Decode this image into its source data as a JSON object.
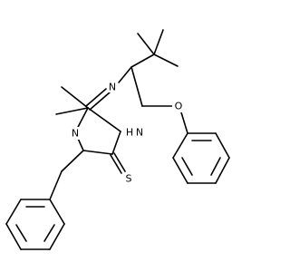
{
  "molecule": {
    "atoms": [
      {
        "key": "N_imine",
        "symbol": "N"
      },
      {
        "key": "NH",
        "symbol": "H"
      },
      {
        "key": "N_H",
        "symbol": "N"
      },
      {
        "key": "N_ring",
        "symbol": "N"
      },
      {
        "key": "S",
        "symbol": "S"
      },
      {
        "key": "O",
        "symbol": "O"
      }
    ]
  }
}
